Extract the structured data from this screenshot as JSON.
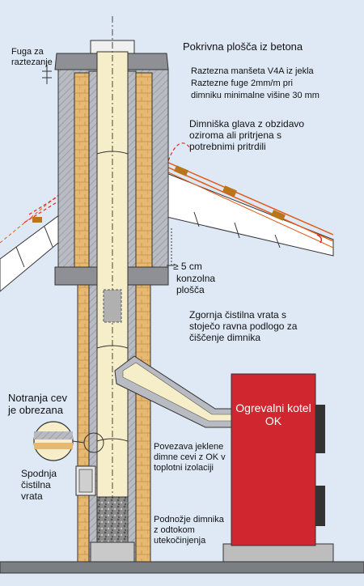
{
  "labels": {
    "expansion_joint": "Fuga za\nraztezanje",
    "concrete_cover": "Pokrivna plošča iz betona",
    "steel_sleeve": "Raztezna manšeta V4A iz jekla",
    "expansion_gaps": "Raztezne fuge 2mm/m pri",
    "min_height": "dimniku minimalne višine 30 mm",
    "chimney_head": "Dimniška glava z obzidavo\noziroma ali pritrjena s\npotrebnimi pritrdili",
    "gap_5cm": "≥ 5 cm",
    "console_plate": "konzolna\nplošča",
    "upper_door": "Zgornja čistilna vrata s\nstoječo ravna podlogo za\nčiščenje dimnika",
    "inner_pipe": "Notranja cev\nje obrezana",
    "boiler": "Ogrevalni kotel\nOK",
    "connection": "Povezava jeklene\ndimne cevi z OK v\ntoplotni izolaciji",
    "lower_door": "Spodnja\nčistilna\nvrata",
    "base": "Podnožje dimnika\nz odtokom\nutekočinjenja"
  },
  "colors": {
    "background": "#dfe9f6",
    "brick": "#e6b872",
    "insulation": "#b8bcc2",
    "flue": "#f6eec8",
    "boiler": "#cf2630",
    "roof_line": "#e05a18",
    "dashed_red": "#e0281e"
  }
}
